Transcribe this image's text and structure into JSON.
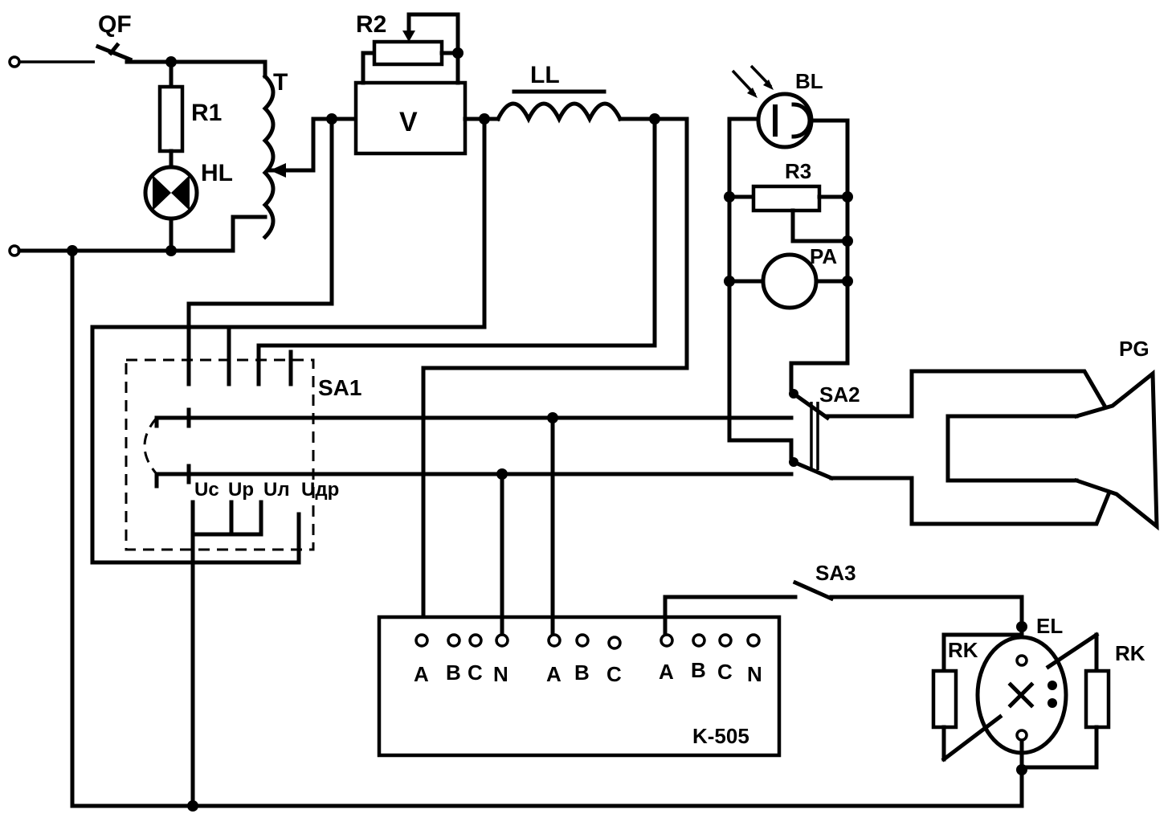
{
  "labels": {
    "qf": "QF",
    "r2": "R2",
    "t": "T",
    "r1": "R1",
    "hl": "HL",
    "v": "V",
    "ll": "LL",
    "bl": "BL",
    "r3": "R3",
    "pa": "PA",
    "pg": "PG",
    "sa1": "SA1",
    "sa2": "SA2",
    "sa3": "SA3",
    "el": "EL",
    "rk_left": "RK",
    "rk_right": "RK",
    "k505": "K-505"
  },
  "sa1_positions": [
    "Uc",
    "Up",
    "Uл",
    "Uдр"
  ],
  "k505_terminals": {
    "group1": [
      "A",
      "B",
      "C",
      "N"
    ],
    "group2": [
      "A",
      "B",
      "C"
    ],
    "group3": [
      "A",
      "B",
      "C",
      "N"
    ]
  }
}
